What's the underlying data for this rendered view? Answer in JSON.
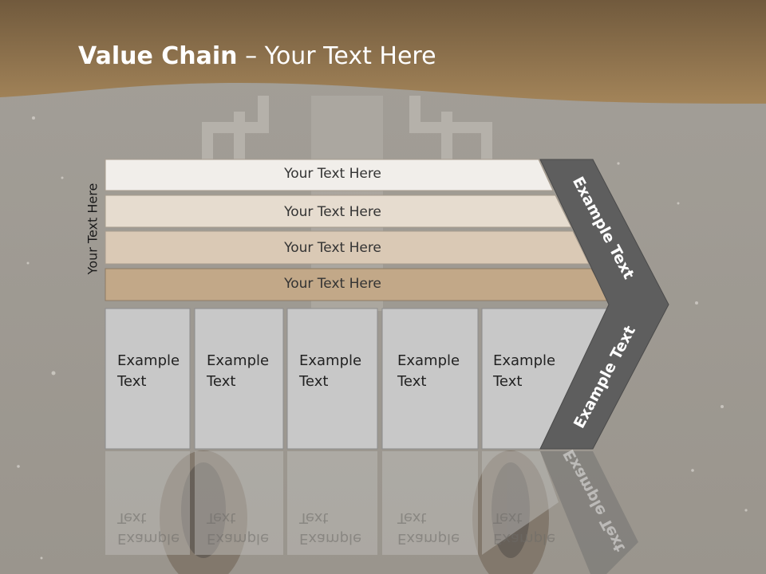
{
  "slide": {
    "title_bold": "Value Chain",
    "title_rest": "– Your Text Here",
    "side_label": "Your Text Here",
    "bands": [
      "Your Text Here",
      "Your Text Here",
      "Your Text Here",
      "Your Text Here"
    ],
    "columns": [
      {
        "line1": "Example",
        "line2": "Text"
      },
      {
        "line1": "Example",
        "line2": "Text"
      },
      {
        "line1": "Example",
        "line2": "Text"
      },
      {
        "line1": "Example",
        "line2": "Text"
      },
      {
        "line1": "Example",
        "line2": "Text"
      }
    ],
    "chevron_top": "Example Text",
    "chevron_bottom": "Example Text"
  },
  "colors": {
    "header_brown": "#8e6e46",
    "band1": "#f1eeea",
    "band2": "#e6dccf",
    "band3": "#dac9b5",
    "band4": "#c2a888",
    "column_fill": "#c8c8c8",
    "chevron_fill": "#5e5e5e"
  }
}
